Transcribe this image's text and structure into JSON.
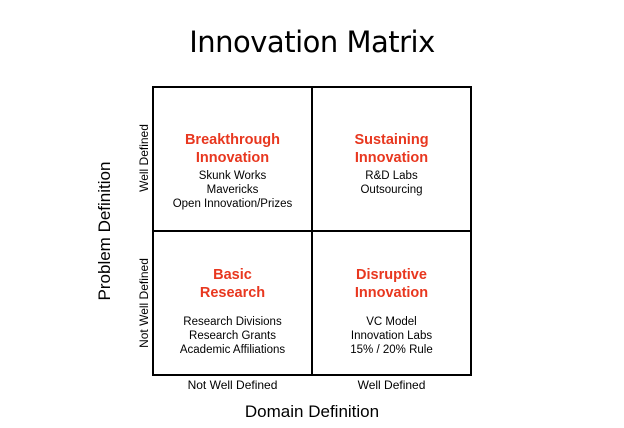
{
  "title": "Innovation Matrix",
  "axes": {
    "y_title": "Problem Definition",
    "y_top": "Well Defined",
    "y_bottom": "Not Well Defined",
    "x_title": "Domain Definition",
    "x_left": "Not Well Defined",
    "x_right": "Well Defined"
  },
  "colors": {
    "quadrant_title": "#e8371f",
    "text": "#000000",
    "grid": "#000000"
  },
  "quadrants": {
    "top_left": {
      "title_line1": "Breakthrough",
      "title_line2": "Innovation",
      "items": [
        "Skunk Works",
        "Mavericks",
        "Open Innovation/Prizes"
      ]
    },
    "top_right": {
      "title_line1": "Sustaining",
      "title_line2": "Innovation",
      "items": [
        "R&D Labs",
        "Outsourcing"
      ]
    },
    "bottom_left": {
      "title_line1": "Basic",
      "title_line2": "Research",
      "items": [
        "Research Divisions",
        "Research Grants",
        "Academic Affiliations"
      ]
    },
    "bottom_right": {
      "title_line1": "Disruptive",
      "title_line2": "Innovation",
      "items": [
        "VC Model",
        "Innovation Labs",
        "15% / 20% Rule"
      ]
    }
  }
}
